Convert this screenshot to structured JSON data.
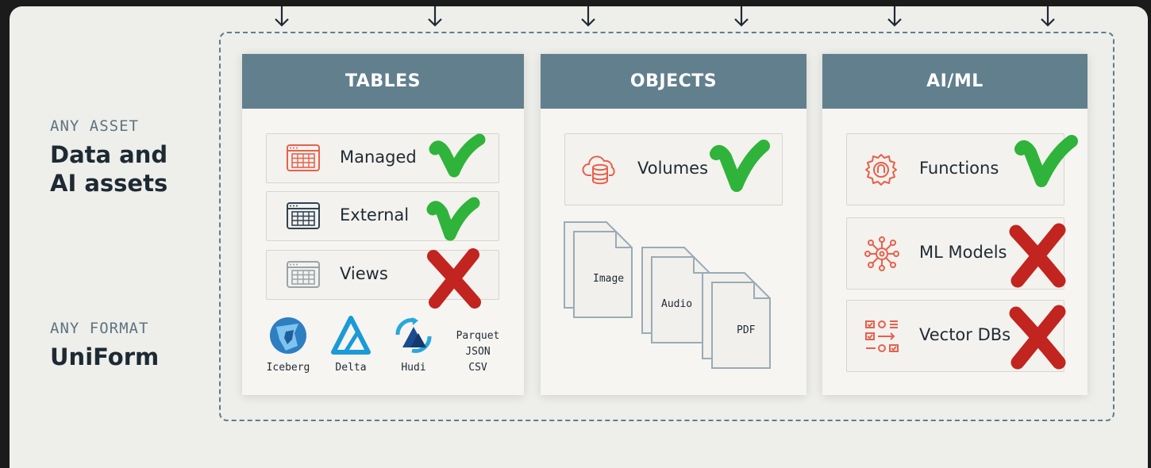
{
  "left": {
    "asset_kicker": "ANY ASSET",
    "asset_title": "Data and\nAI assets",
    "format_kicker": "ANY FORMAT",
    "format_title": "UniForm"
  },
  "tables": {
    "title": "TABLES",
    "items": [
      {
        "label": "Managed",
        "icon": "table-icon",
        "status": "check"
      },
      {
        "label": "External",
        "icon": "table-icon",
        "status": "check"
      },
      {
        "label": "Views",
        "icon": "table-icon",
        "status": "cross"
      }
    ],
    "formats": [
      {
        "label": "Iceberg",
        "icon": "iceberg-logo-icon"
      },
      {
        "label": "Delta",
        "icon": "delta-logo-icon"
      },
      {
        "label": "Hudi",
        "icon": "hudi-logo-icon"
      },
      {
        "label": "Parquet\nJSON\nCSV"
      }
    ]
  },
  "objects": {
    "title": "OBJECTS",
    "items": [
      {
        "label": "Volumes",
        "icon": "cloud-database-icon",
        "status": "check"
      }
    ],
    "files": [
      "Image",
      "Audio",
      "PDF"
    ]
  },
  "aiml": {
    "title": "AI/ML",
    "items": [
      {
        "label": "Functions",
        "icon": "gear-function-icon",
        "status": "check"
      },
      {
        "label": "ML Models",
        "icon": "neural-network-icon",
        "status": "cross"
      },
      {
        "label": "Vector DBs",
        "icon": "vector-grid-icon",
        "status": "cross"
      }
    ]
  },
  "colors": {
    "header": "#627f8d",
    "check": "#2fb33a",
    "cross": "#c2241f",
    "icon_accent": "#e8604c",
    "frame": "#5b7f8c"
  }
}
